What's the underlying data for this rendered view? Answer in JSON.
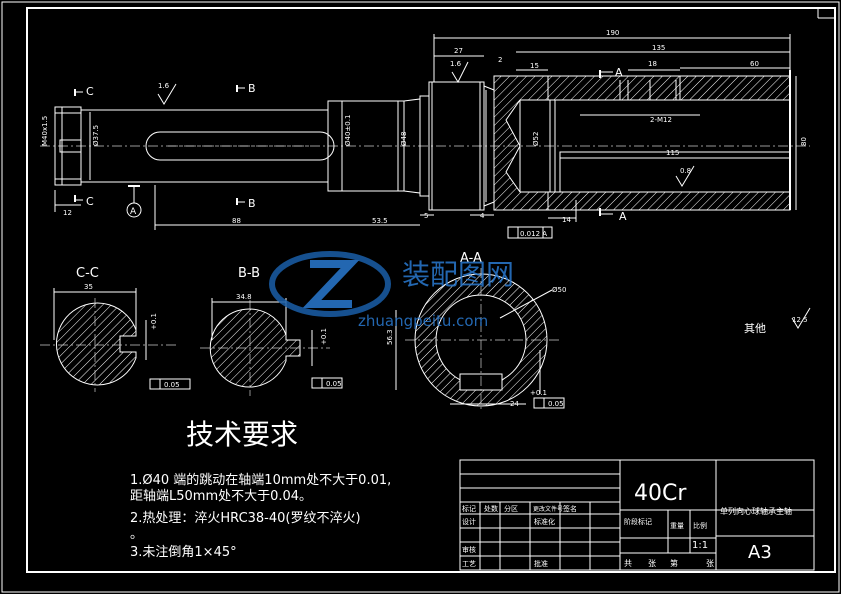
{
  "drawing": {
    "material": "40Cr",
    "part_name": "单列向心球轴承主轴",
    "sheet_size": "A3",
    "scale_value": "1:1",
    "other_roughness_label": "其他",
    "other_roughness_value": "12.5"
  },
  "tech_requirements": {
    "title": "技术要求",
    "item1_line1": "1.Ø40 端的跳动在轴端10mm处不大于0.01,",
    "item1_line2": "距轴端L50mm处不大于0.04。",
    "item2": "2.热处理：淬火HRC38-40(罗纹不淬火)",
    "item2_tail": "。",
    "item3": "3.未注倒角1×45°"
  },
  "title_block": {
    "mark": "标记",
    "count": "处数",
    "zone": "分区",
    "change_doc": "更改文件号",
    "sign": "签名",
    "design": "设计",
    "standardize": "标准化",
    "stage_mark": "阶段标记",
    "weight": "重量",
    "scale": "比例",
    "review": "审核",
    "process": "工艺",
    "approve": "批准",
    "total": "共",
    "sheets": "张",
    "page": "第",
    "sheet2": "张"
  },
  "section_labels": {
    "cc": "C-C",
    "bb": "B-B",
    "aa": "A-A",
    "c": "C",
    "b": "B",
    "a": "A",
    "datum": "A"
  },
  "dimensions": {
    "total_len": "190",
    "len135": "135",
    "d27": "27",
    "d2": "2",
    "d15": "15",
    "d18": "18",
    "d60": "60",
    "m12": "2-M12",
    "d115": "115",
    "d80": "80",
    "d12": "12",
    "d88": "88",
    "d53": "53.5",
    "d5": "5",
    "d4": "4",
    "d14": "14",
    "m40": "M40x1.5",
    "phi375": "Ø37.5",
    "phi40": "Ø40±0.1",
    "phi48": "Ø48",
    "phi52": "Ø52",
    "tol": "0.012 A",
    "r16a": "1.6",
    "r16b": "1.6",
    "r08": "0.8",
    "cc35": "35",
    "cc_t": "+0.1",
    "cc_tol": "0.05",
    "bb348": "34.8",
    "bb_t": "+0.1",
    "bb_tol": "0.05",
    "aa50": "Ø50",
    "aa563": "56.3",
    "aa24": "24",
    "aa_t": "+0.1",
    "aa_tol": "0.05"
  },
  "watermark": {
    "brand": "装配图网",
    "url": "zhuangpeitu.com"
  }
}
